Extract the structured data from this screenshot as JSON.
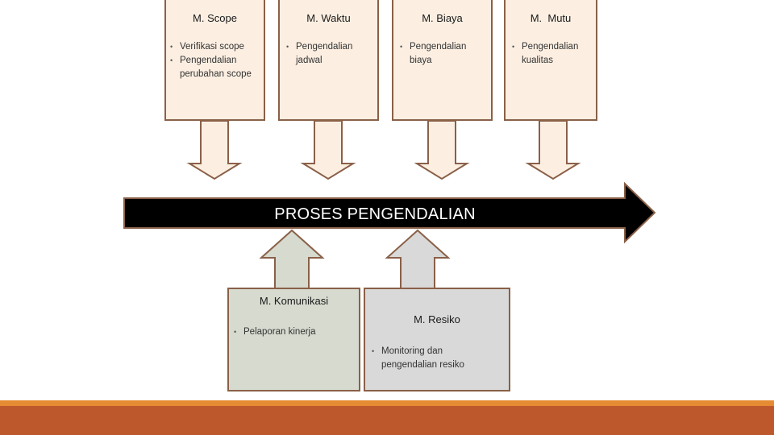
{
  "process": {
    "label": "PROSES PENGENDALIAN"
  },
  "top_boxes": [
    {
      "title": "M. Scope",
      "items": [
        "Verifikasi scope",
        "Pengendalian perubahan scope"
      ]
    },
    {
      "title": "M. Waktu",
      "items": [
        "Pengendalian jadwal"
      ]
    },
    {
      "title": "M. Biaya",
      "items": [
        "Pengendalian biaya"
      ]
    },
    {
      "title": "M.  Mutu",
      "items": [
        "Pengendalian kualitas"
      ]
    }
  ],
  "bottom_boxes": [
    {
      "title": "M. Komunikasi",
      "items": [
        "Pelaporan kinerja"
      ]
    },
    {
      "title": "M. Resiko",
      "items": [
        "Monitoring dan pengendalian resiko"
      ]
    }
  ],
  "colors": {
    "top_fill": "#fcefe2",
    "border": "#8a6048",
    "komunikasi_fill": "#d6dacf",
    "resiko_fill": "#d9d9d9",
    "process_fill": "#000000",
    "footer_orange": "#bd582c",
    "footer_stripe": "#e58b33"
  }
}
